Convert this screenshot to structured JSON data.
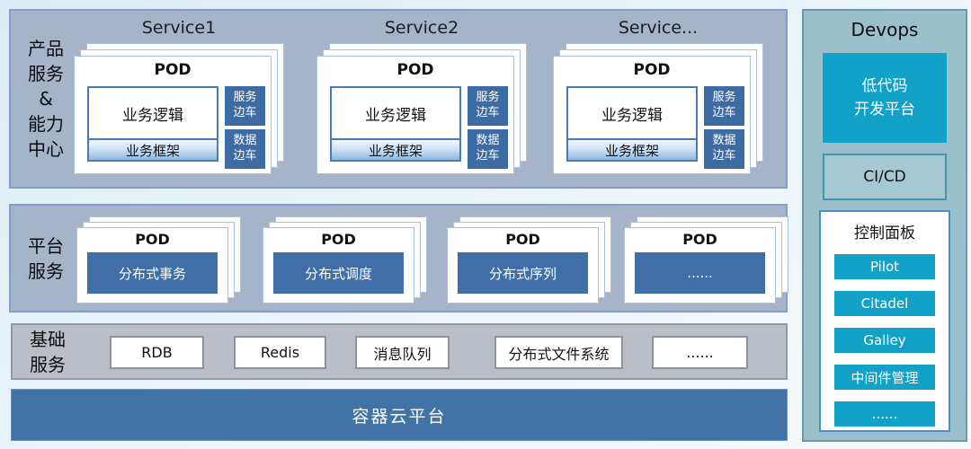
{
  "colors": {
    "band_blue": "#a6b4ca",
    "band_gray": "#b9bec7",
    "steel_blue": "#3f6fa6",
    "cloud_bar": "#4173a7",
    "teal": "#12a1c7",
    "devops_bg": "#9cc0cb"
  },
  "product_band": {
    "label": "产品\n服务\n&\n能力\n中心",
    "services": [
      {
        "title": "Service1",
        "pod": "POD",
        "logic": "业务逻辑",
        "framework": "业务框架",
        "sidecar1": "服务\n边车",
        "sidecar2": "数据\n边车"
      },
      {
        "title": "Service2",
        "pod": "POD",
        "logic": "业务逻辑",
        "framework": "业务框架",
        "sidecar1": "服务\n边车",
        "sidecar2": "数据\n边车"
      },
      {
        "title": "Service...",
        "pod": "POD",
        "logic": "业务逻辑",
        "framework": "业务框架",
        "sidecar1": "服务\n边车",
        "sidecar2": "数据\n边车"
      }
    ]
  },
  "platform_band": {
    "label": "平台\n服务",
    "pods": [
      {
        "pod": "POD",
        "name": "分布式事务"
      },
      {
        "pod": "POD",
        "name": "分布式调度"
      },
      {
        "pod": "POD",
        "name": "分布式序列"
      },
      {
        "pod": "POD",
        "name": "......"
      }
    ]
  },
  "base_band": {
    "label": "基础\n服务",
    "items": [
      "RDB",
      "Redis",
      "消息队列",
      "分布式文件系统",
      "......"
    ]
  },
  "cloud_bar": {
    "label": "容器云平台"
  },
  "devops": {
    "title": "Devops",
    "lowcode": "低代码\n开发平台",
    "cicd": "CI/CD",
    "control_panel": {
      "title": "控制面板",
      "buttons": [
        "Pilot",
        "Citadel",
        "Galley",
        "中间件管理",
        "......"
      ]
    }
  }
}
